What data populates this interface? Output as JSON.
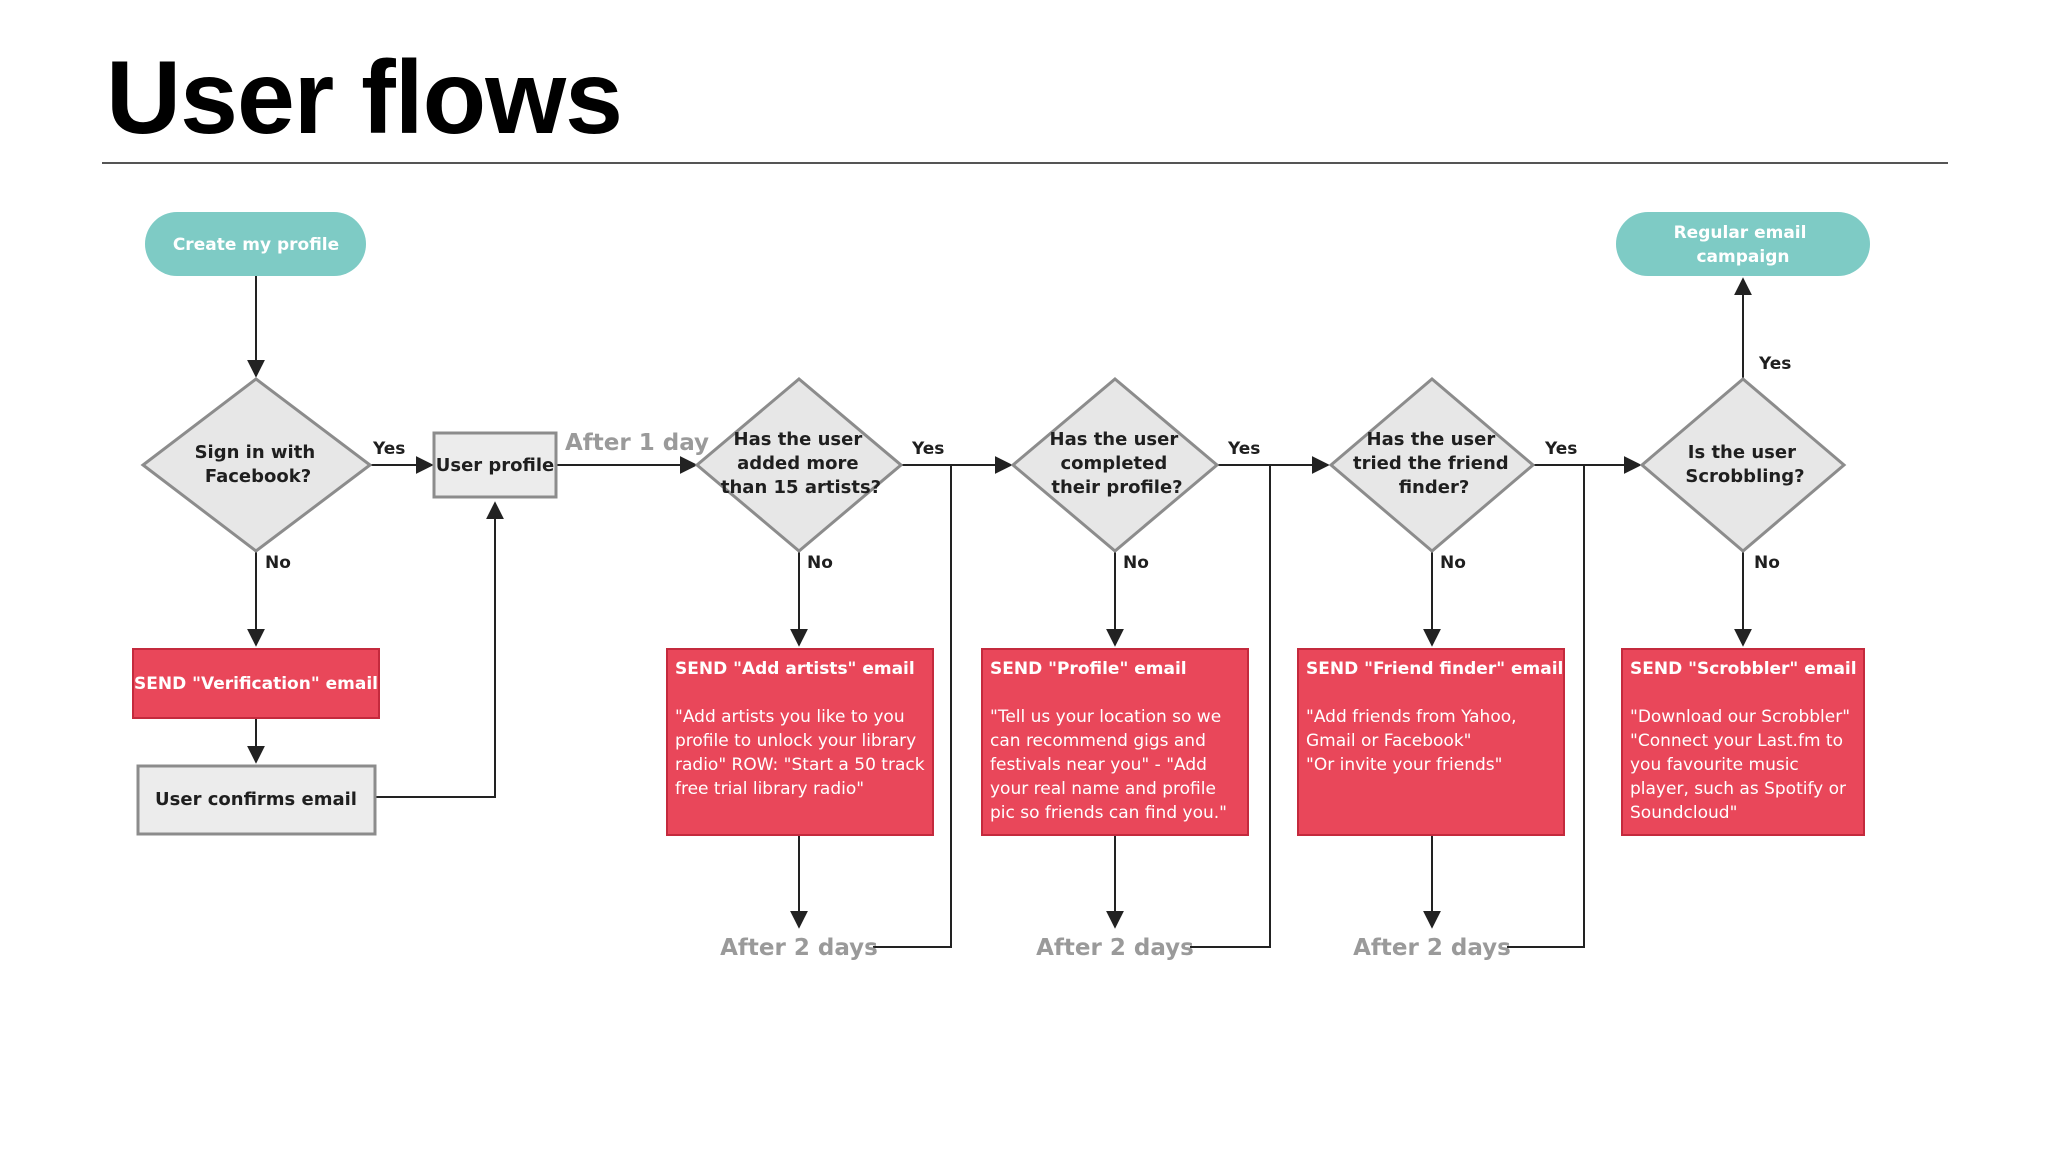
{
  "title": "User flows",
  "colors": {
    "start_pill": "#7ecbc5",
    "email_box": "#e9475a",
    "email_border": "#c42a3d",
    "decision_fill": "#e7e7e7",
    "decision_border": "#8c8c8c",
    "line": "#222222",
    "delay_label": "#9a9a9a"
  },
  "start": {
    "lines": [
      "Create my profile"
    ]
  },
  "end": {
    "lines": [
      "Regular email",
      "campaign"
    ]
  },
  "decisions": {
    "facebook": {
      "lines": [
        "Sign in with",
        "Facebook?"
      ]
    },
    "artists": {
      "lines": [
        "Has the user",
        "added more",
        "than 15 artists?"
      ]
    },
    "profile": {
      "lines": [
        "Has the user",
        "completed",
        "their profile?"
      ]
    },
    "friends": {
      "lines": [
        "Has the user",
        "tried the friend",
        "finder?"
      ]
    },
    "scrobbling": {
      "lines": [
        "Is the user",
        "Scrobbling?"
      ]
    }
  },
  "process": {
    "user_profile": "User profile",
    "user_confirms": "User confirms email"
  },
  "emails": {
    "verification": {
      "title": "SEND \"Verification\" email"
    },
    "add_artists": {
      "title": "SEND \"Add artists\" email",
      "body": [
        "\"Add artists you like to you",
        "profile to unlock your library",
        "radio\"  ROW: \"Start a 50 track",
        "free trial library radio\""
      ]
    },
    "profile": {
      "title": "SEND \"Profile\" email",
      "body": [
        "\"Tell us your location so we",
        "can recommend gigs and",
        "festivals near you\" - \"Add",
        "your real name and profile",
        "pic so friends can find you.\""
      ]
    },
    "friend_finder": {
      "title": "SEND \"Friend finder\" email",
      "body": [
        "\"Add friends from Yahoo,",
        "Gmail or Facebook\"",
        "\"Or invite your friends\""
      ]
    },
    "scrobbler": {
      "title": "SEND \"Scrobbler\" email",
      "body": [
        "\"Download our Scrobbler\"",
        "\"Connect your Last.fm to",
        "you favourite music",
        "player, such as Spotify or",
        "Soundcloud\""
      ]
    }
  },
  "labels": {
    "yes": "Yes",
    "no": "No",
    "after_1_day": "After 1 day",
    "after_2_days": "After 2 days"
  }
}
